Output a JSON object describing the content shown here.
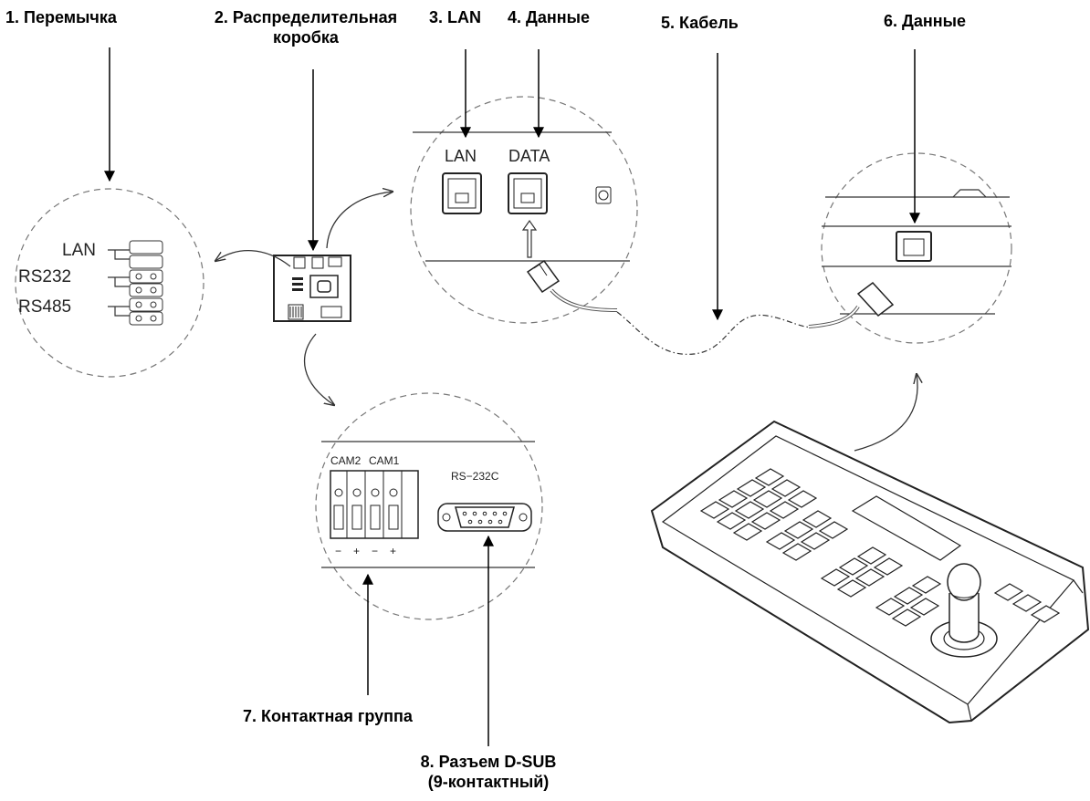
{
  "callouts": {
    "c1": "1. Перемычка",
    "c2_line1": "2. Распределительная",
    "c2_line2": "коробка",
    "c3": "3. LAN",
    "c4": "4. Данные",
    "c5": "5. Кабель",
    "c6": "6. Данные",
    "c7": "7. Контактная группа",
    "c8_line1": "8. Разъем D-SUB",
    "c8_line2": "(9-контактный)"
  },
  "jumper_labels": {
    "lan": "LAN",
    "rs232": "RS232",
    "rs485": "RS485"
  },
  "port_labels": {
    "lan": "LAN",
    "data": "DATA"
  },
  "terminal_labels": {
    "cam2": "CAM2",
    "cam1": "CAM1",
    "minus": "−",
    "plus": "+",
    "rs232c": "RS−232C"
  }
}
